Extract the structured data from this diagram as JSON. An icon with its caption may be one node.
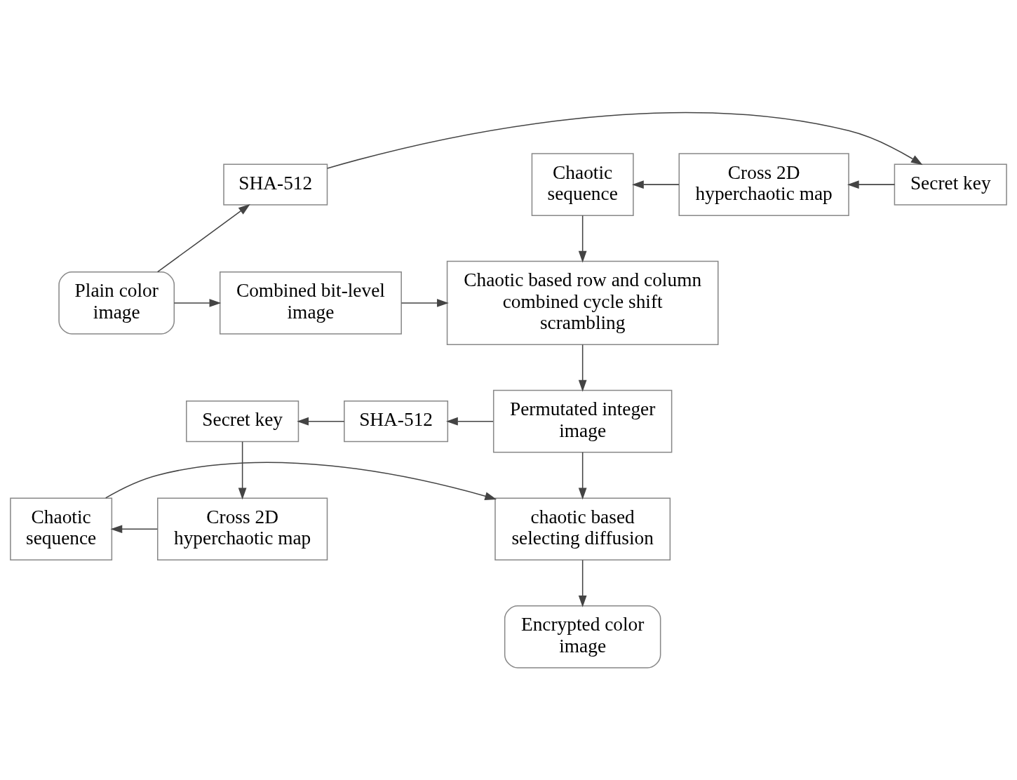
{
  "diagram": {
    "nodes": [
      {
        "text": [
          "SHA-512"
        ]
      },
      {
        "text": [
          "Secret key"
        ]
      },
      {
        "text": [
          "Cross 2D hyperchaotic map"
        ]
      },
      {
        "text": [
          "Chaotic sequence"
        ]
      },
      {
        "text": [
          "Plain color image"
        ]
      },
      {
        "text": [
          "Combined bit-level image"
        ]
      },
      {
        "text": [
          "Chaotic based row and column combined cycle shift scrambling"
        ]
      },
      {
        "text": [
          "Secret key"
        ]
      },
      {
        "text": [
          "SHA-512"
        ]
      },
      {
        "text": [
          "Permutated integer image"
        ]
      },
      {
        "text": [
          "Cross 2D hyperchaotic map"
        ]
      },
      {
        "text": [
          "Chaotic sequence"
        ]
      },
      {
        "text": [
          "chaotic based selecting diffusion"
        ]
      },
      {
        "text": [
          "Encrypted color image"
        ]
      }
    ],
    "edges": [
      {
        "from": 4,
        "to": 0,
        "arrow": "to"
      },
      {
        "from": 0,
        "to": 1,
        "arrow": "to"
      },
      {
        "from": 1,
        "to": 2,
        "arrow": "to"
      },
      {
        "from": 2,
        "to": 3,
        "arrow": "to"
      },
      {
        "from": 3,
        "to": 6,
        "arrow": "to"
      },
      {
        "from": 4,
        "to": 5,
        "arrow": "to"
      },
      {
        "from": 5,
        "to": 6,
        "arrow": "to"
      },
      {
        "from": 6,
        "to": 9,
        "arrow": "to"
      },
      {
        "from": 9,
        "to": 8,
        "arrow": "to"
      },
      {
        "from": 8,
        "to": 7,
        "arrow": "to"
      },
      {
        "from": 7,
        "to": 10,
        "arrow": "to"
      },
      {
        "from": 10,
        "to": 11,
        "arrow": "to"
      },
      {
        "from": 11,
        "to": 12,
        "arrow": "to"
      },
      {
        "from": 9,
        "to": 12,
        "arrow": "to"
      },
      {
        "from": 12,
        "to": 13,
        "arrow": "to"
      }
    ]
  }
}
